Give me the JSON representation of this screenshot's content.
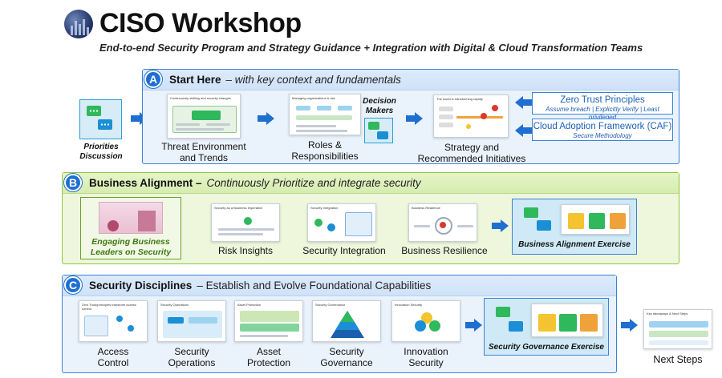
{
  "header": {
    "title": "CISO Workshop",
    "subtitle": "End-to-end Security Program and Strategy Guidance + Integration with Digital & Cloud Transformation Teams"
  },
  "priorities": {
    "label": "Priorities\nDiscussion"
  },
  "section_a": {
    "badge": "A",
    "title": "Start Here",
    "desc": "– with key context and fundamentals",
    "items": [
      {
        "label": "Threat Environment\nand Trends",
        "thumb_caption": "Continuously shifting and security changes"
      },
      {
        "label": "Roles &\nResponsibilities",
        "thumb_caption": "Managing organizations & risk"
      },
      {
        "label": "Strategy and\nRecommended Initiatives",
        "thumb_caption": "The world is transforming rapidly"
      }
    ],
    "decision_makers": "Decision\nMakers",
    "refs": [
      {
        "title": "Zero Trust Principles",
        "sub": "Assume breach | Explicitly Verify | Least privileged"
      },
      {
        "title": "Cloud Adoption Framework (CAF)",
        "sub": "Secure Methodology"
      }
    ]
  },
  "section_b": {
    "badge": "B",
    "title": "Business Alignment –",
    "desc": "Continuously Prioritize and integrate security",
    "engaging": "Engaging Business\nLeaders on Security",
    "items": [
      {
        "label": "Risk Insights",
        "thumb_caption": "Security as a Business Imperative"
      },
      {
        "label": "Security Integration",
        "thumb_caption": "Security Integration"
      },
      {
        "label": "Business Resilience",
        "thumb_caption": "Business Resilience"
      }
    ],
    "exercise": "Business Alignment Exercise"
  },
  "section_c": {
    "badge": "C",
    "title": "Security Disciplines",
    "desc": "– Establish and Evolve Foundational Capabilities",
    "items": [
      {
        "label": "Access\nControl",
        "thumb_caption": "Zero Trust/principles transform access control"
      },
      {
        "label": "Security\nOperations",
        "thumb_caption": "Security Operations"
      },
      {
        "label": "Asset\nProtection",
        "thumb_caption": "Asset Protection"
      },
      {
        "label": "Security\nGovernance",
        "thumb_caption": "Security Governance"
      },
      {
        "label": "Innovation\nSecurity",
        "thumb_caption": "Innovation Security"
      }
    ],
    "exercise": "Security Governance Exercise"
  },
  "next_steps": {
    "label": "Next Steps",
    "thumb_caption": "Key takeaways & Next Steps"
  },
  "colors": {
    "accent_blue": "#1f6fd1",
    "section_a_bg": "#eaf3fc",
    "section_b_bg": "#eef7dc",
    "section_b_border": "#8cc63e",
    "chat_green": "#2fb85c",
    "chat_blue": "#1b8fd6"
  }
}
